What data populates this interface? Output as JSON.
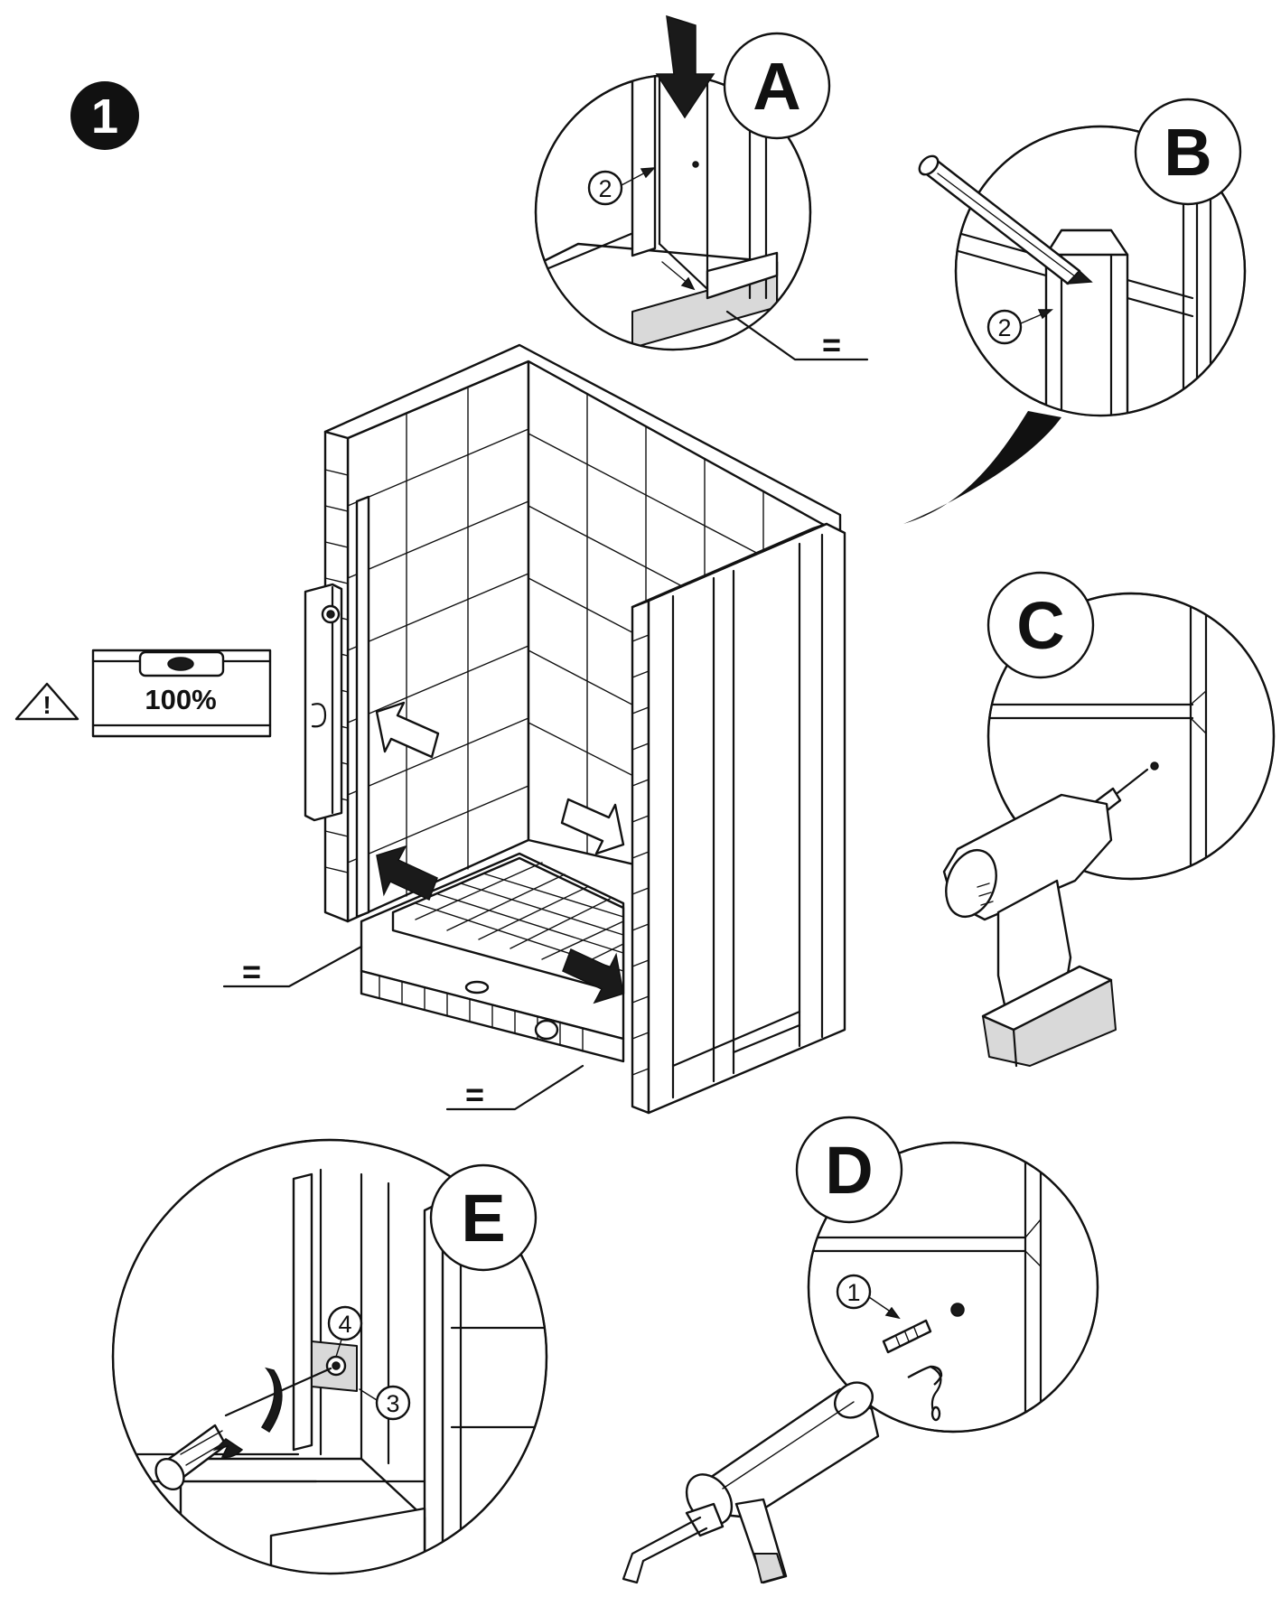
{
  "step": {
    "number": "1"
  },
  "callouts": {
    "A": {
      "letter": "A",
      "part": "2",
      "equal_sign": "="
    },
    "B": {
      "letter": "B",
      "part": "2"
    },
    "C": {
      "letter": "C"
    },
    "D": {
      "letter": "D",
      "part": "1"
    },
    "E": {
      "letter": "E",
      "part_a": "4",
      "part_b": "3"
    }
  },
  "level": {
    "label": "100%",
    "warning_symbol": "!"
  },
  "main": {
    "equal_left": "=",
    "equal_bottom": "="
  },
  "colors": {
    "line": "#111111",
    "fill": "#ffffff",
    "shade": "#d9d9d9"
  }
}
